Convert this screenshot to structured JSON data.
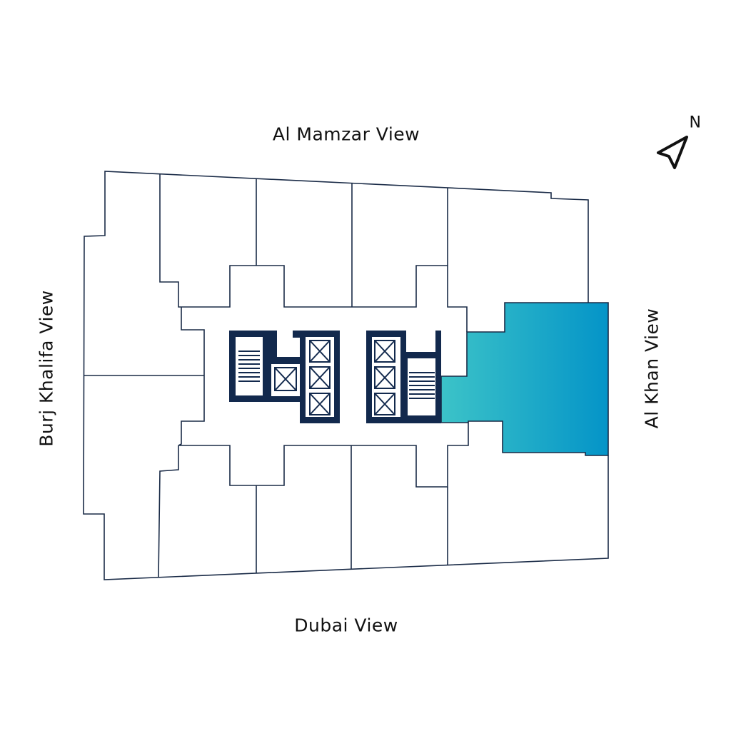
{
  "views": {
    "north": "Al Mamzar View",
    "south": "Dubai View",
    "west": "Burj Khalifa View",
    "east": "Al Khan View"
  },
  "compass": {
    "label": "N",
    "icon": "north-arrow-icon"
  },
  "highlight": {
    "gradient_start": "#3cc3c8",
    "gradient_end": "#0494c8"
  },
  "colors": {
    "walls": "#12294d",
    "lines": "#1a2b47"
  }
}
